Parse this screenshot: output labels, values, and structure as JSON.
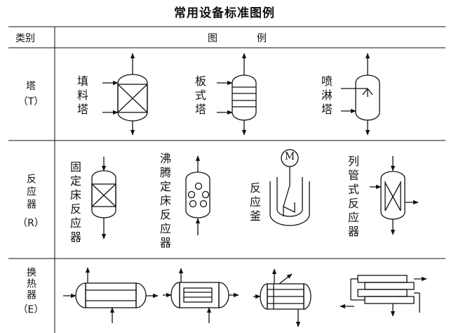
{
  "title": "常用设备标准图例",
  "header": {
    "category": "类别",
    "legend_left": "图",
    "legend_right": "例"
  },
  "rows": [
    {
      "name": "塔",
      "code": "（T）",
      "items": [
        {
          "label": "填料塔"
        },
        {
          "label": "板式塔"
        },
        {
          "label": "喷淋塔"
        }
      ]
    },
    {
      "name": "反应器",
      "code": "（R）",
      "items": [
        {
          "label": "固定床反应器"
        },
        {
          "label": "沸腾定床反应器"
        },
        {
          "label": "反应釜",
          "motor_symbol": "M"
        },
        {
          "label": "列管式反应器"
        }
      ]
    },
    {
      "name": "换热器",
      "code": "（E）",
      "items": [
        {
          "label": ""
        },
        {
          "label": ""
        },
        {
          "label": ""
        },
        {
          "label": ""
        }
      ]
    }
  ]
}
